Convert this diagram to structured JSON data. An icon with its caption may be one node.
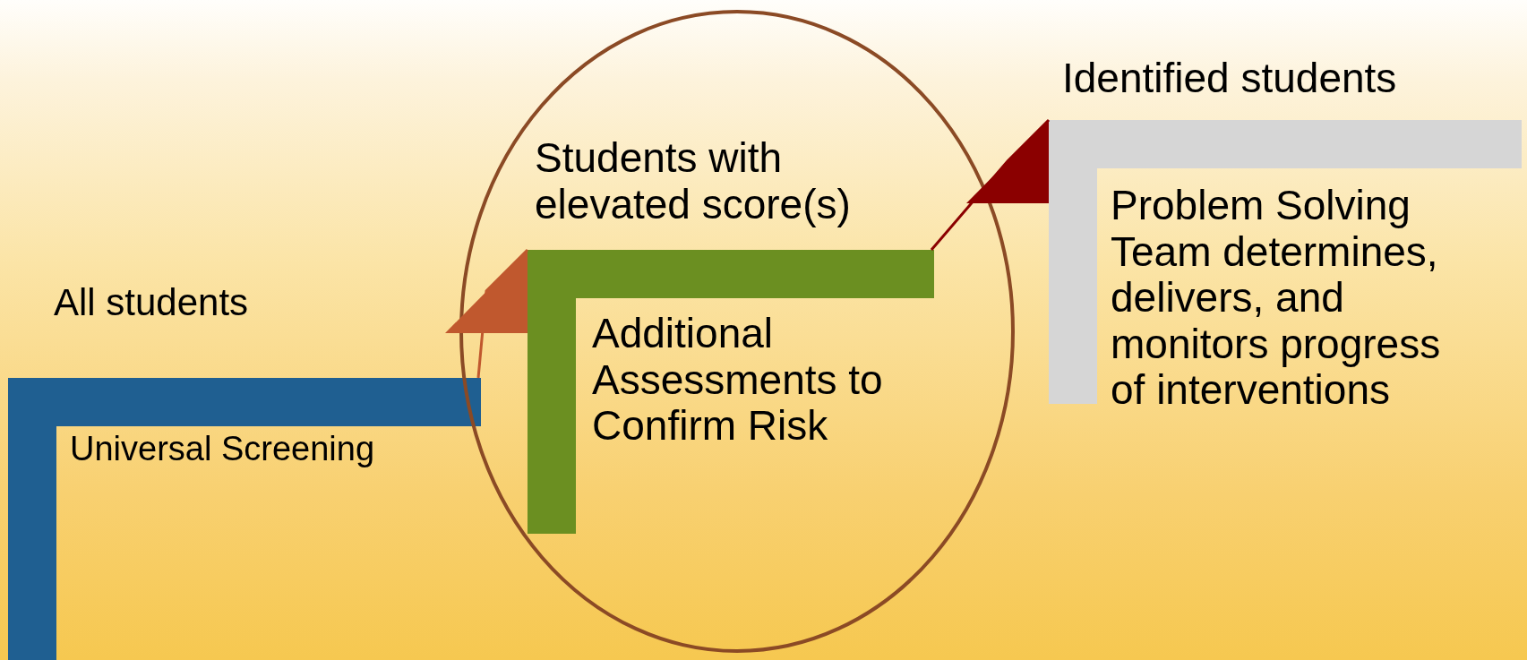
{
  "diagram": {
    "nodes": [
      {
        "text": [
          "Universal Screening"
        ],
        "beside": [
          "All students"
        ]
      },
      {
        "text": [],
        "shape": "circle"
      },
      {
        "text": [
          "Additional Assessments to Confirm Risk"
        ],
        "beside": [
          "Students with elevated score(s)"
        ],
        "in": 1
      },
      {
        "text": [
          "Problem Solving Team determines, delivers, and monitors progress of interventions"
        ],
        "beside": [
          "Identified students"
        ]
      }
    ],
    "edges": [
      {
        "from": 0,
        "to": 2,
        "arrow": "to",
        "color": "#c0582e"
      },
      {
        "from": 2,
        "to": 3,
        "arrow": "to",
        "color": "#8b0000"
      }
    ]
  }
}
